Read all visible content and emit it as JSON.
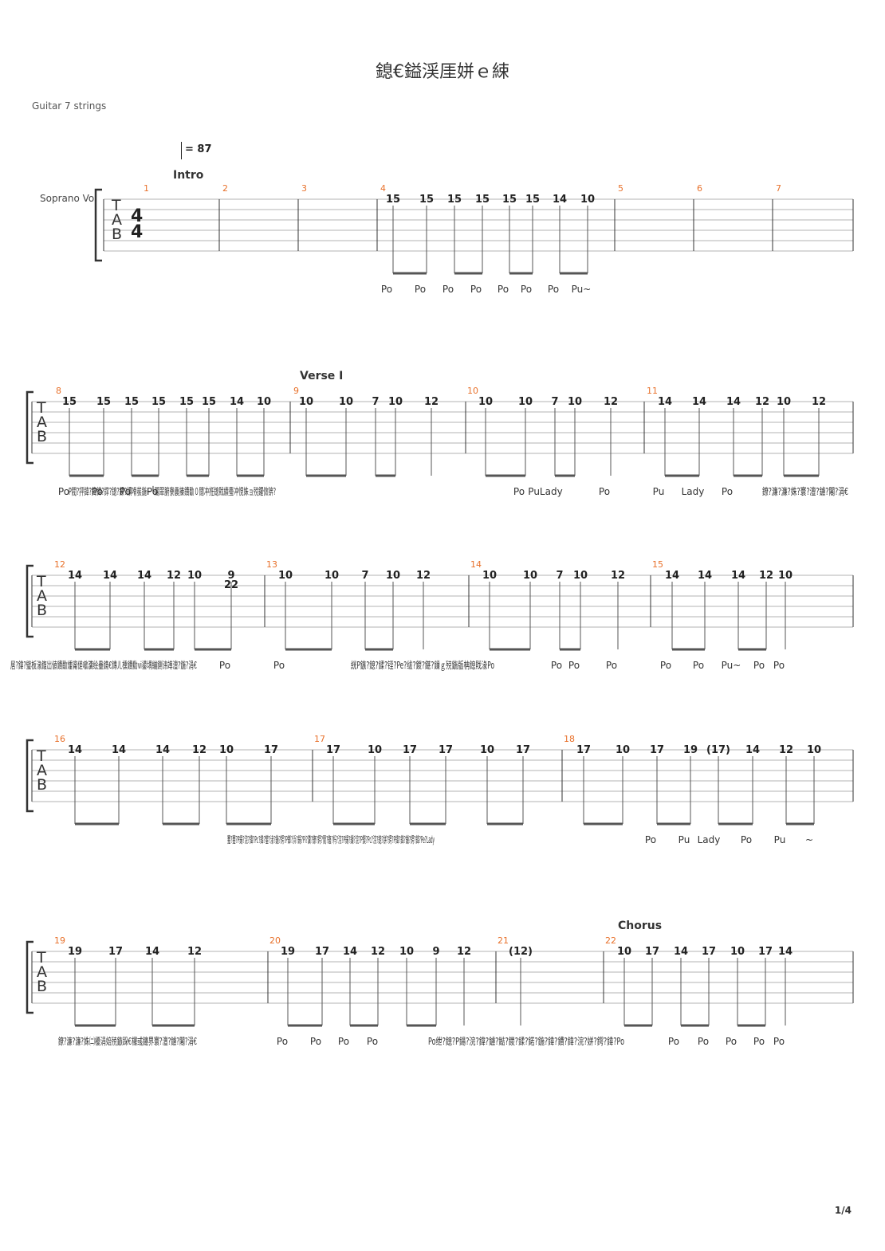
{
  "title": "鎴€鎰渓厓姘ｅ綀",
  "instrument": "Guitar 7 strings",
  "track_name": "Soprano Vo",
  "tempo": "= 87",
  "page_number": "1/4",
  "time_signature": "4",
  "tab_letters": [
    "T",
    "A",
    "B"
  ],
  "colors": {
    "bar_number": "#e8712b",
    "staff_line": "#9a9a9a",
    "text": "#222222"
  },
  "systems": [
    {
      "bars": [
        {
          "number": "1",
          "notes": []
        },
        {
          "number": "2",
          "notes": []
        },
        {
          "number": "3",
          "notes": []
        },
        {
          "number": "4",
          "notes": [
            "15",
            "15",
            "15",
            "15",
            "15",
            "15",
            "14",
            "10"
          ]
        },
        {
          "number": "5",
          "notes": []
        },
        {
          "number": "6",
          "notes": []
        },
        {
          "number": "7",
          "notes": []
        }
      ],
      "sections": [
        {
          "label": "Intro"
        }
      ],
      "lyrics": [
        "Po",
        "Po",
        "Po",
        "Po",
        "Po",
        "Po",
        "Po",
        "Pu~"
      ]
    },
    {
      "bars": [
        {
          "number": "8",
          "notes": [
            "15",
            "15",
            "15",
            "15",
            "15",
            "15",
            "14",
            "10"
          ]
        },
        {
          "number": "9",
          "notes": [
            "10",
            "10",
            "7",
            "10",
            "12"
          ]
        },
        {
          "number": "10",
          "notes": [
            "10",
            "10",
            "7",
            "10",
            "12"
          ]
        },
        {
          "number": "11",
          "notes": [
            "14",
            "14",
            "14",
            "12",
            "10",
            "12"
          ]
        }
      ],
      "sections": [
        {
          "label": "Verse I"
        }
      ],
      "lyrics": [
        "Po",
        "Po",
        "Po",
        "Po",
        "P閥?抨鍏?鍏鍏?鐣?鎴?鍒?鏆嗗彂鍦ㄧ┖闂翠腑寮曟搸鐨勫０闊冲拰鎴戝績璺冲悓姝ョ殑鑺傚锛?",
        "Po",
        "PuLady",
        "Po",
        "Pu",
        "Lady",
        "Po",
        "鐐?濂?濂?姝?寰?澶?鐪?闂?涓€"
      ]
    },
    {
      "bars": [
        {
          "number": "12",
          "notes": [
            "14",
            "14",
            "14",
            "12",
            "10",
            "9",
            "22"
          ]
        },
        {
          "number": "13",
          "notes": [
            "10",
            "10",
            "7",
            "10",
            "12"
          ]
        },
        {
          "number": "14",
          "notes": [
            "10",
            "10",
            "7",
            "10",
            "12"
          ]
        },
        {
          "number": "15",
          "notes": [
            "14",
            "14",
            "14",
            "12",
            "10"
          ]
        }
      ],
      "sections": [],
      "lyrics": [
        "居?鍏?璧板湪鍑岀値鐨勫煄甯傞噷瀵绘壘鐫€鏄ㄦ櫄鐨勬ⅵ鍙堣繃鍘讳竴澶?鍦?涓€",
        "Po",
        "Po",
        "絖P鏃?鎴?鍒?铚?Pe?绂?鍐?鍖?鏁ｇ殑鍦版柟鎴戝湪Po",
        "Po",
        "Po",
        "Po",
        "Po",
        "Po",
        "Pu~",
        "Po",
        "Po"
      ]
    },
    {
      "bars": [
        {
          "number": "16",
          "notes": [
            "14",
            "14",
            "14",
            "12",
            "10",
            "17"
          ]
        },
        {
          "number": "17",
          "notes": [
            "17",
            "10",
            "17",
            "17",
            "10",
            "17"
          ]
        },
        {
          "number": "18",
          "notes": [
            "17",
            "10",
            "17",
            "19",
            "(17)",
            "14",
            "12",
            "10"
          ]
        }
      ],
      "sections": [],
      "lyrics": [
        "蹇?蹇?P鍚?浣?鍏?Pc?鍏?鐢?湪?鍦?鍔?P鎯?浜?鍚?Pl?瀵?鐐?鍔?閲?鍑?杩?浣?P鍚?鏁?浣?P鍥?Pc?浣?鎴?姘?鍔?P鍏?鍏?鐪?鍔?鍏?Pe?Lady",
        "Po",
        "Pu",
        "Lady",
        "Po",
        "Pu",
        "~"
      ]
    },
    {
      "bars": [
        {
          "number": "19",
          "notes": [
            "19",
            "17",
            "14",
            "12"
          ]
        },
        {
          "number": "20",
          "notes": [
            "19",
            "17",
            "14",
            "12",
            "10",
            "9",
            "12"
          ]
        },
        {
          "number": "21",
          "notes": [
            "(12)"
          ]
        },
        {
          "number": "22",
          "notes": [
            "10",
            "17",
            "14",
            "17",
            "10",
            "17",
            "14"
          ]
        }
      ],
      "sections": [
        {
          "label": "Chorus"
        }
      ],
      "lyrics": [
        "鐐?濂?濂?姝㈡櫌涓婄殑鏃跺€欏彧鑳界寰?澶?鐪?闂?涓€",
        "Po",
        "Po",
        "Po",
        "Po",
        "Po绁?鎴?P鍚?浣?鍏?鐪?鐑?鍐?鍒?鍩?鍦?鍏?鐨?鍏?浣?姘?鍔?鍏?Po",
        "Po",
        "Po",
        "Po",
        "Po",
        "Po"
      ]
    }
  ]
}
